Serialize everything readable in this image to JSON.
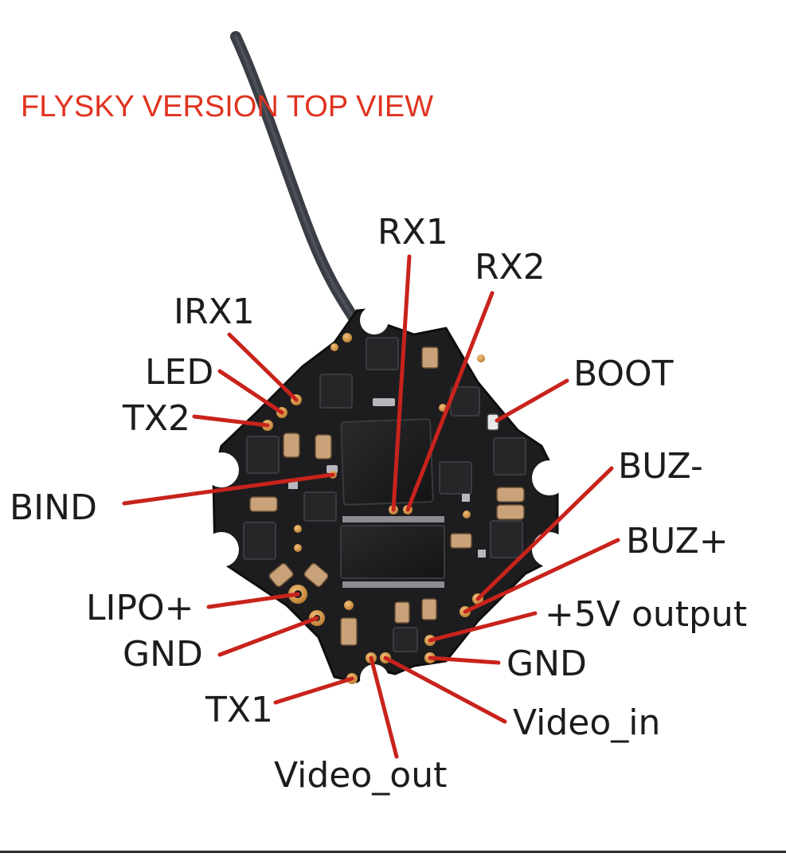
{
  "title": "FLYSKY VERSION TOP VIEW",
  "labels": {
    "rx1": "RX1",
    "rx2": "RX2",
    "irx1": "IRX1",
    "led": "LED",
    "tx2": "TX2",
    "boot": "BOOT",
    "bind": "BIND",
    "buz_minus": "BUZ-",
    "buz_plus": "BUZ+",
    "lipo_plus": "LIPO+",
    "gnd_left": "GND",
    "v5_output": "+5V output",
    "gnd_right": "GND",
    "tx1": "TX1",
    "video_in": "Video_in",
    "video_out": "Video_out"
  },
  "colors": {
    "title": "#e0331f",
    "leader": "#c8231c",
    "board": "#1d1d1f",
    "pad": "#d79a4b"
  }
}
